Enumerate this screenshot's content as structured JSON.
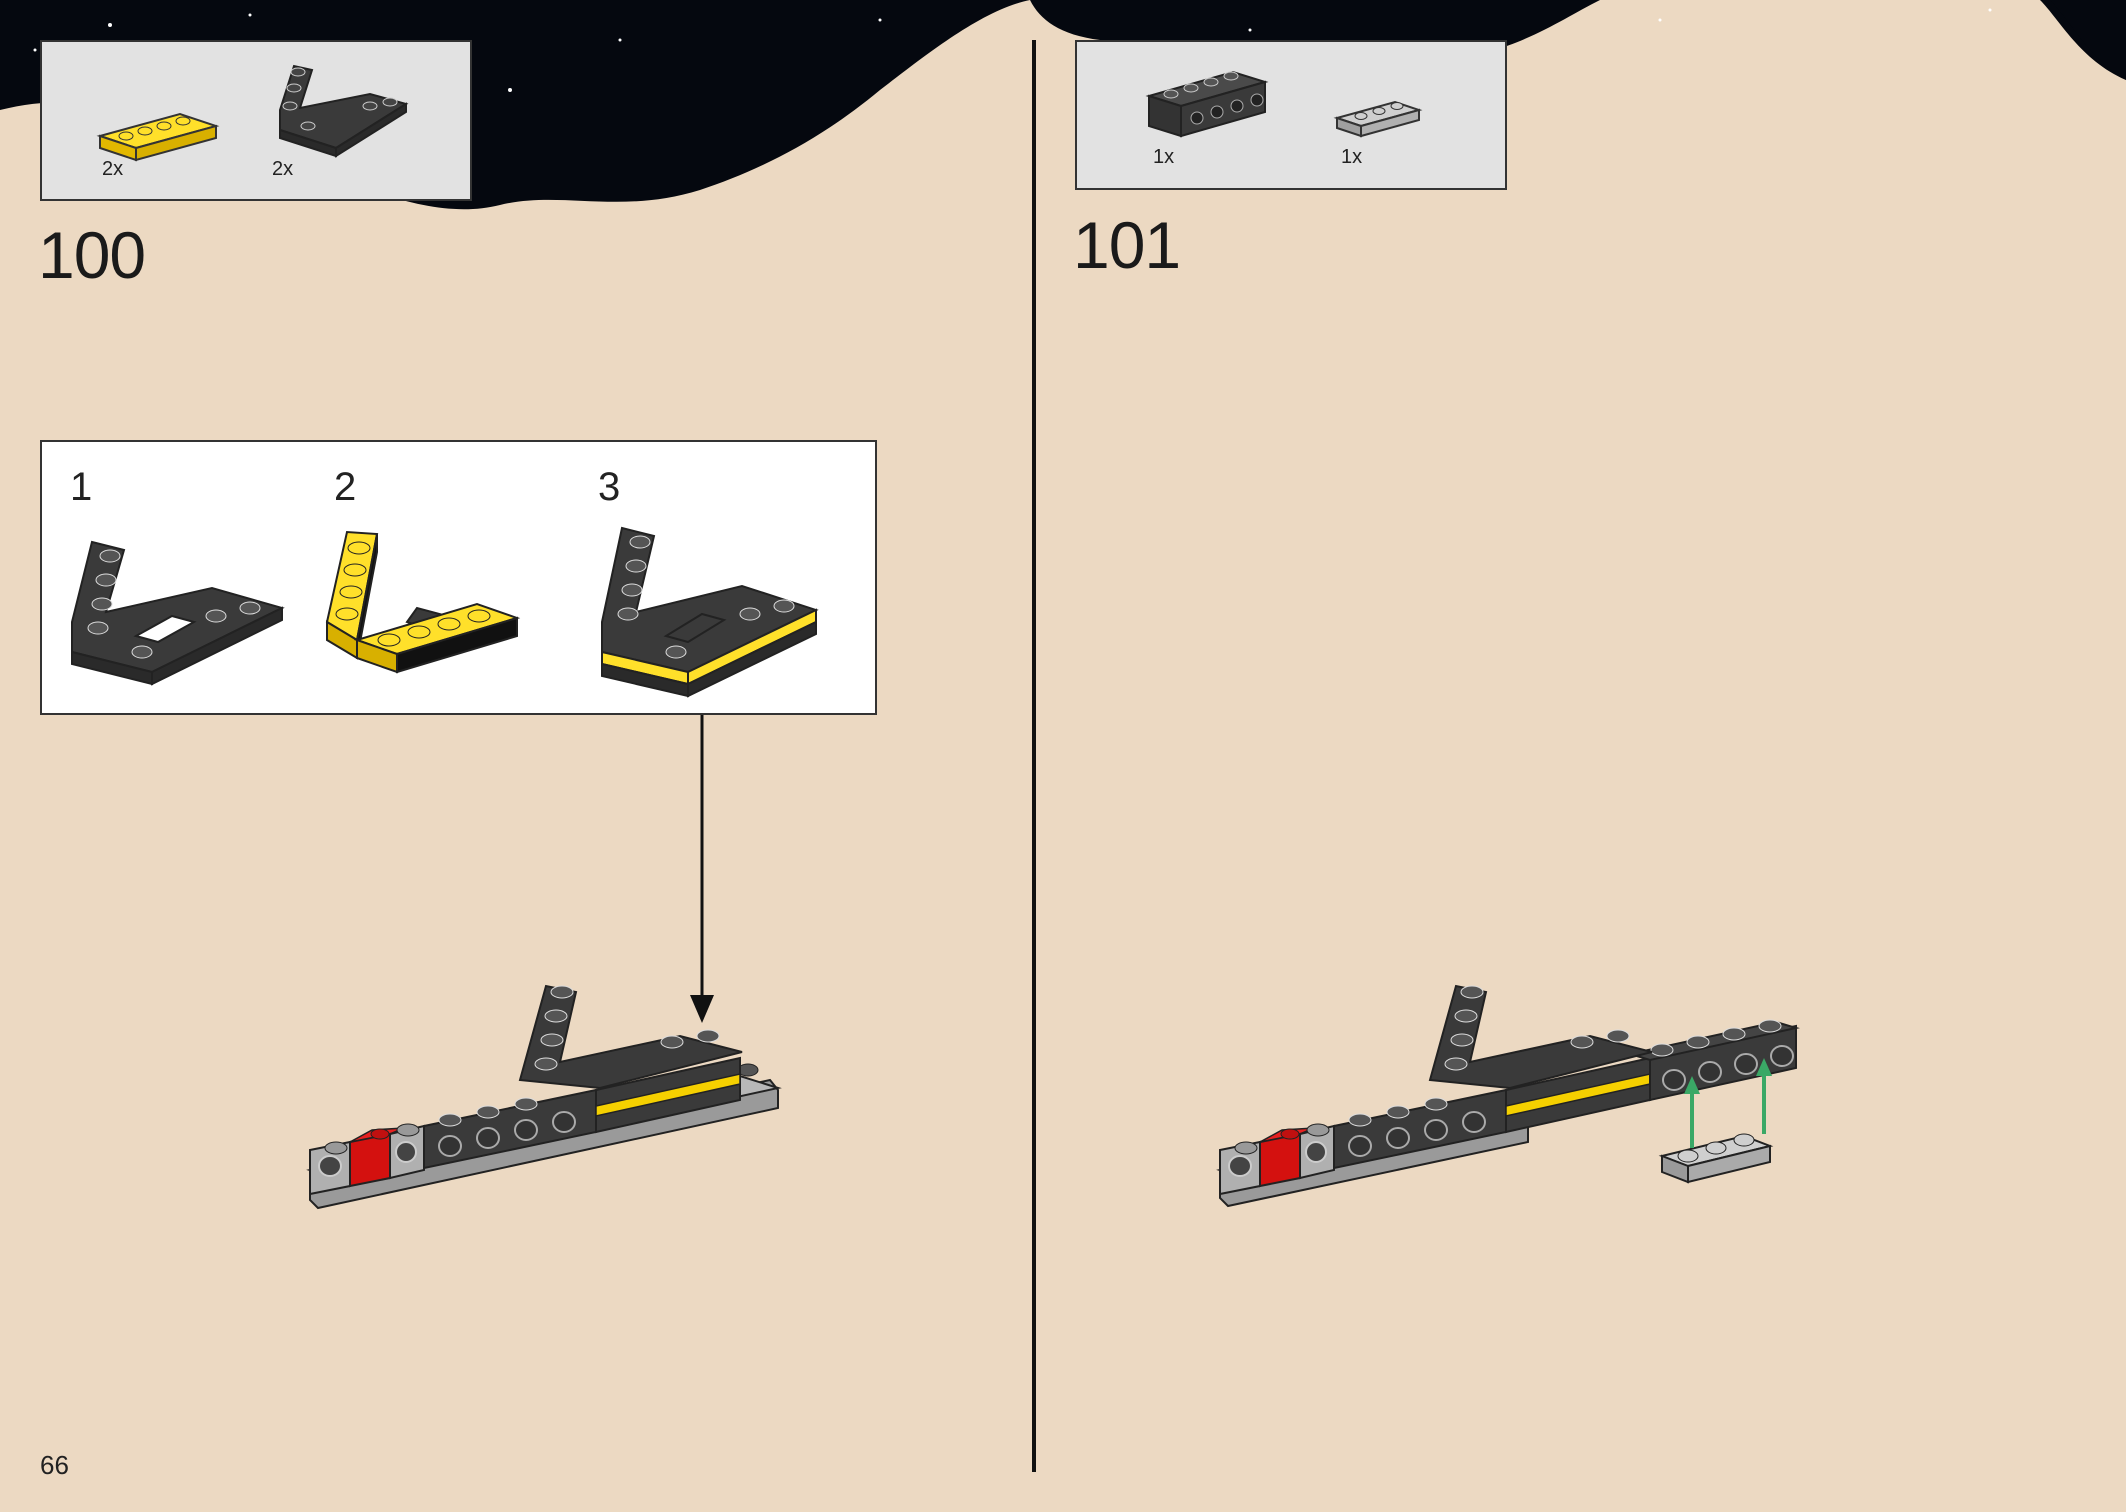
{
  "page": {
    "number": "66"
  },
  "steps": [
    {
      "number": "100",
      "parts": [
        {
          "icon": "yellow-plate-1x4",
          "qty": "2x"
        },
        {
          "icon": "black-wedge-plate",
          "qty": "2x"
        }
      ],
      "substeps": [
        "1",
        "2",
        "3"
      ]
    },
    {
      "number": "101",
      "parts": [
        {
          "icon": "black-technic-brick-1x4",
          "qty": "1x"
        },
        {
          "icon": "grey-plate-1x3",
          "qty": "1x"
        }
      ]
    }
  ],
  "colors": {
    "background": "#ecd9c2",
    "space": "#05080f",
    "black_brick": "#3a3a3a",
    "yellow": "#f5d000",
    "red": "#d4110f",
    "grey": "#a8a8a8",
    "arrow_green": "#3aa866"
  }
}
